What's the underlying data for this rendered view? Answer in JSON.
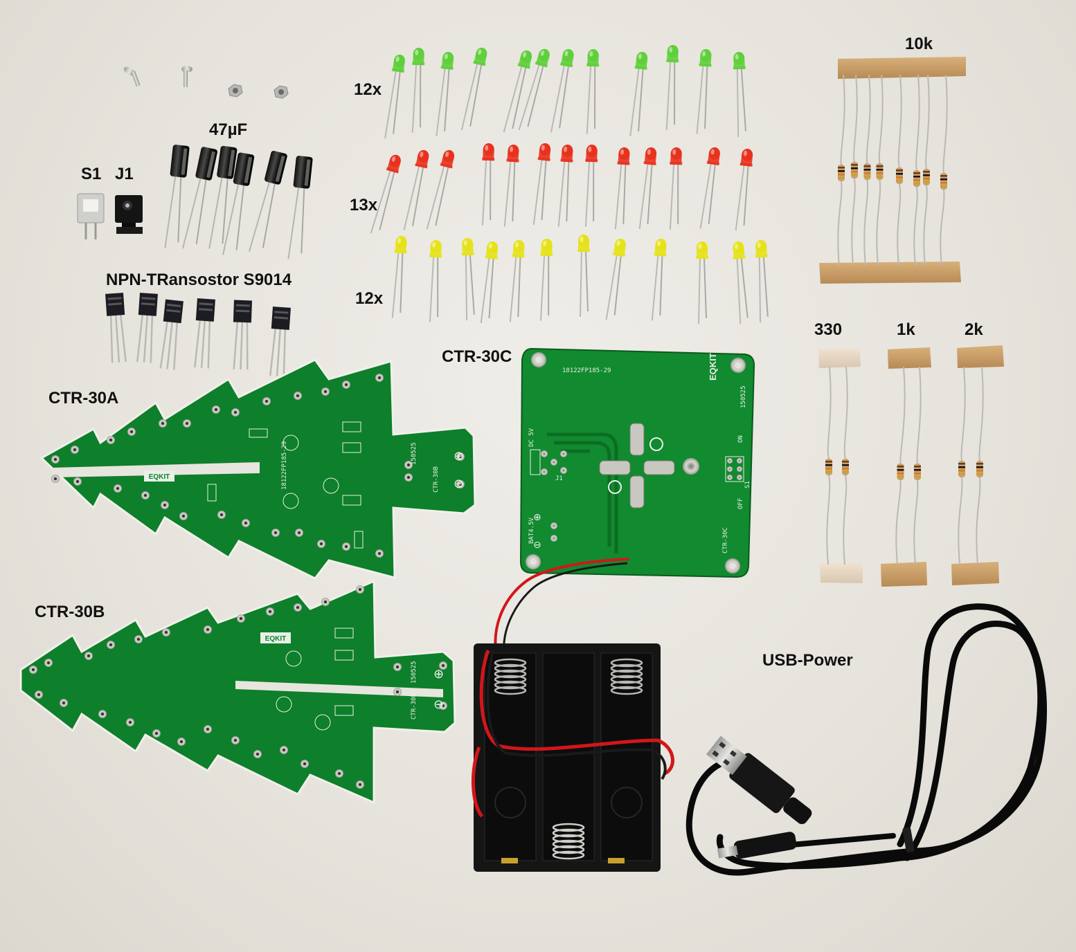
{
  "labels": {
    "capacitor": "47µF",
    "switch": "S1",
    "jack": "J1",
    "transistor": "NPN-TRansostor S9014",
    "green_count": "12x",
    "red_count": "13x",
    "yellow_count": "12x",
    "res_10k": "10k",
    "res_330": "330",
    "res_1k": "1k",
    "res_2k": "2k",
    "board_a": "CTR-30A",
    "board_b": "CTR-30B",
    "board_c": "CTR-30C",
    "usb": "USB-Power"
  },
  "pcb": {
    "brand": "EQKIT",
    "date": "150525",
    "code": "18122FP185-29",
    "label_a": "CTR-30B",
    "label_b": "CTR-30B",
    "label_c": "CTR-30C",
    "dc_text": "DC 5V",
    "bat_text": "BAT4.5V",
    "on_text": "ON",
    "off_text": "OFF",
    "j1_text": "J1",
    "s1_text": "S1"
  },
  "colors": {
    "background": "#e9e7e1",
    "pcb_green": "#118a2e",
    "led_green": "#5fcf3a",
    "led_red": "#e8321e",
    "led_yellow": "#e6e21a",
    "wire_red": "#d2161a",
    "plastic_black": "#151515",
    "tape": "#c79b62"
  }
}
